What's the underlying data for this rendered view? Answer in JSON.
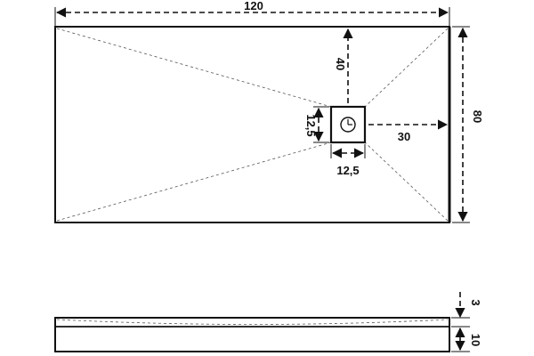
{
  "dimensions": {
    "width": "120",
    "depth": "80",
    "drain_offset_top": "40",
    "drain_offset_right": "30",
    "drain_width": "12,5",
    "drain_height": "12,5",
    "slope": "3",
    "thickness": "10"
  }
}
